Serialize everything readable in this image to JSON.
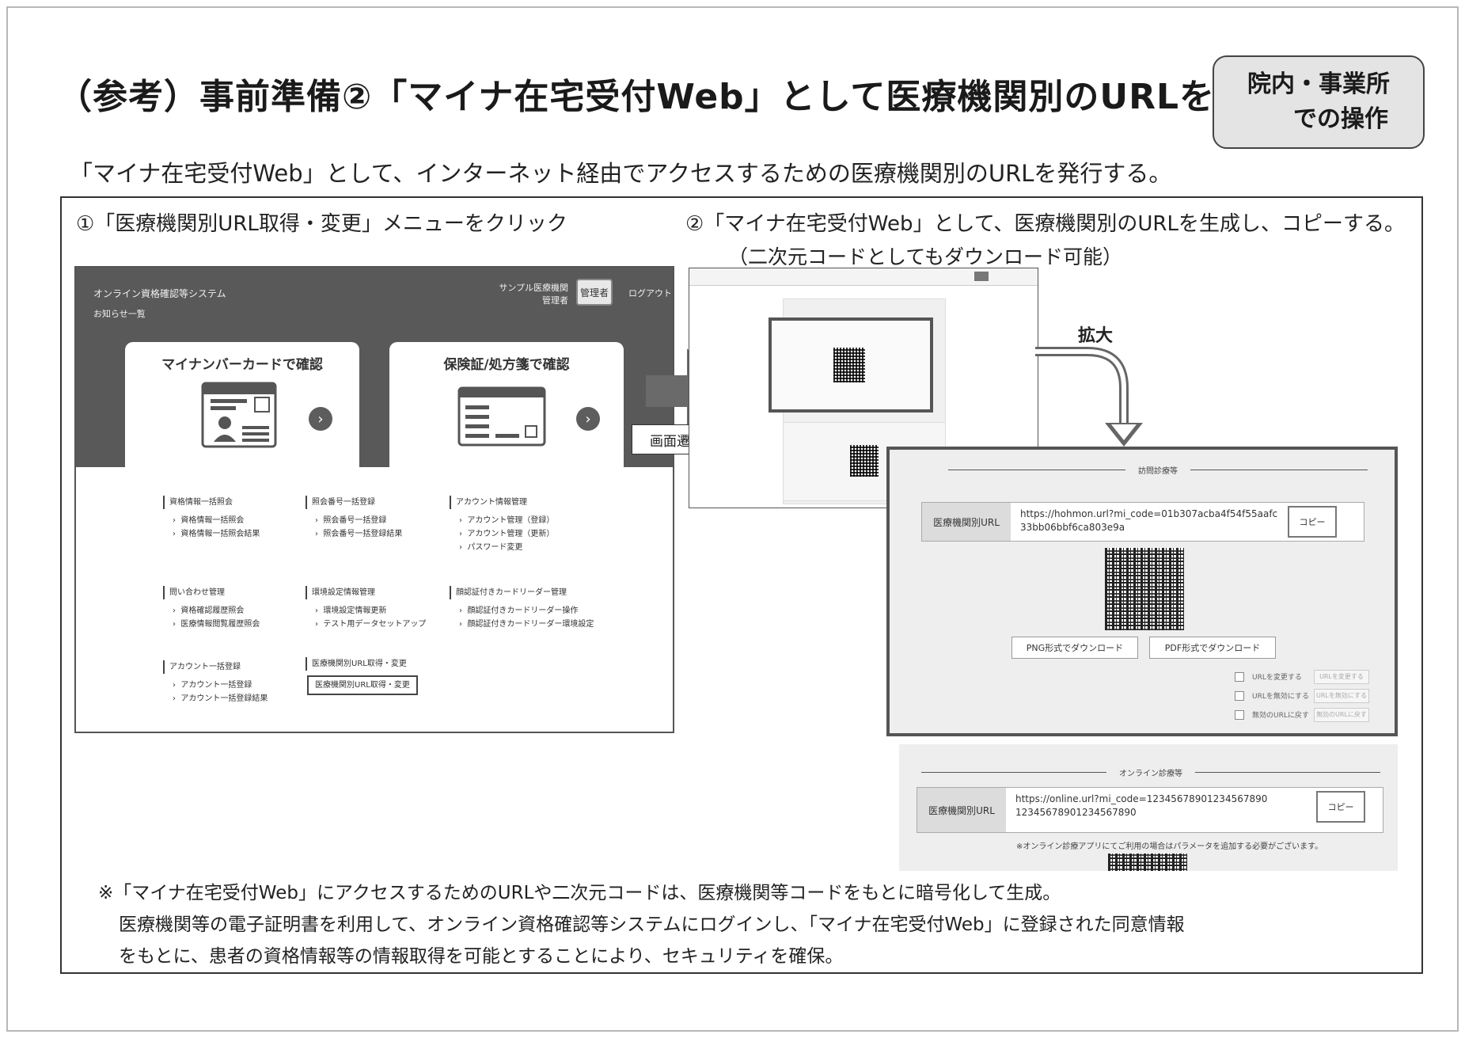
{
  "header": {
    "title": "（参考）事前準備②「マイナ在宅受付Web」として医療機関別のURLを発行",
    "badge_line1": "院内・事業所",
    "badge_line2": "での操作"
  },
  "subtitle": "「マイナ在宅受付Web」として、インターネット経由でアクセスするための医療機関別のURLを発行する。",
  "step1": {
    "label": "①「医療機関別URL取得・変更」メニューをクリック"
  },
  "step2": {
    "label": "②「マイナ在宅受付Web」として、医療機関別のURLを生成し、コピーする。",
    "sub": "（二次元コードとしてもダウンロード可能）"
  },
  "screen1": {
    "system_title": "オンライン資格確認等システム",
    "notice_link": "お知らせ一覧",
    "facility_line1": "サンプル医療機関",
    "facility_line2": "管理者",
    "admin_button": "管理者",
    "logout": "ログアウト",
    "card_mynumber": "マイナンバーカードで確認",
    "card_insurance": "保険証/処方箋で確認",
    "menu": [
      {
        "head": "資格情報一括照会",
        "items": [
          "資格情報一括照会",
          "資格情報一括照会結果"
        ]
      },
      {
        "head": "照会番号一括登録",
        "items": [
          "照会番号一括登録",
          "照会番号一括登録結果"
        ]
      },
      {
        "head": "アカウント情報管理",
        "items": [
          "アカウント管理（登録）",
          "アカウント管理（更新）",
          "パスワード変更"
        ]
      },
      {
        "head": "問い合わせ管理",
        "items": [
          "資格確認履歴照会",
          "医療情報閲覧履歴照会"
        ]
      },
      {
        "head": "環境設定情報管理",
        "items": [
          "環境設定情報更新",
          "テスト用データセットアップ"
        ]
      },
      {
        "head": "顔認証付きカードリーダー管理",
        "items": [
          "顔認証付きカードリーダー操作",
          "顔認証付きカードリーダー環境設定"
        ]
      },
      {
        "head": "アカウント一括登録",
        "items": [
          "アカウント一括登録",
          "アカウント一括登録結果"
        ]
      },
      {
        "head": "医療機関別URL取得・変更",
        "items": [
          "医療機関別URL取得・変更"
        ]
      }
    ]
  },
  "transition_label": "画面遷移",
  "zoom_label": "拡大",
  "zoom": {
    "section_title": "訪問診療等",
    "row_label": "医療機関別URL",
    "url": "https://hohmon.url?mi_code=01b307acba4f54f55aafc33bb06bbf6ca803e9a",
    "copy_button": "コピー",
    "png_button": "PNG形式でダウンロード",
    "pdf_button": "PDF形式でダウンロード",
    "options": [
      {
        "label": "URLを変更する",
        "button": "URLを変更する"
      },
      {
        "label": "URLを無効にする",
        "button": "URLを無効にする"
      },
      {
        "label": "無効のURLに戻す",
        "button": "無効のURLに戻す"
      }
    ]
  },
  "online": {
    "section_title": "オンライン診療等",
    "row_label": "医療機関別URL",
    "url": "https://online.url?mi_code=1234567890123456789012345678901234567890",
    "copy_button": "コピー",
    "note": "※オンライン診療アプリにてご利用の場合はパラメータを追加する必要がございます。"
  },
  "footnote": {
    "line1": "※「マイナ在宅受付Web」にアクセスするためのURLや二次元コードは、医療機関等コードをもとに暗号化して生成。",
    "line2": "医療機関等の電子証明書を利用して、オンライン資格確認等システムにログインし、「マイナ在宅受付Web」に登録された同意情報",
    "line3": "をもとに、患者の資格情報等の情報取得を可能とすることにより、セキュリティを確保。"
  }
}
